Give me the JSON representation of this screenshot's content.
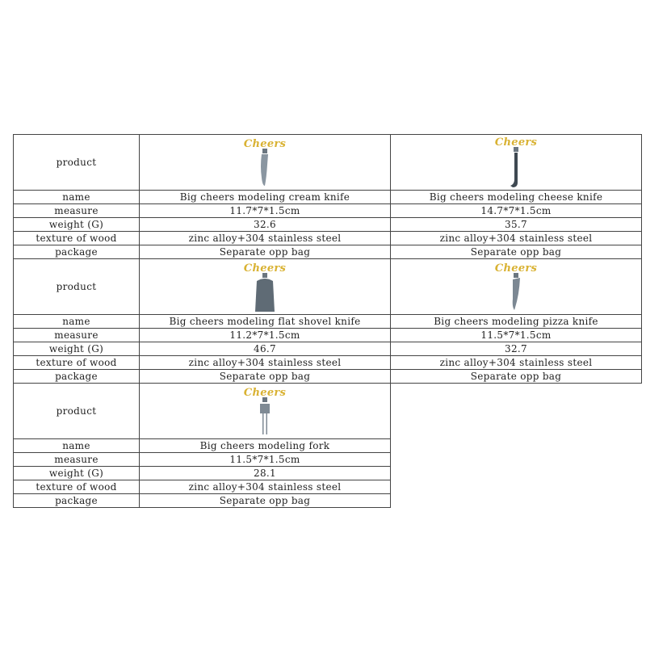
{
  "labels": {
    "product": "product",
    "name": "name",
    "measure": "measure",
    "weight": "weight (G)",
    "texture": "texture of wood",
    "package": "package"
  },
  "products": [
    {
      "logo": "Cheers",
      "icon": "cream-knife-icon",
      "name": "Big cheers modeling cream knife",
      "measure": "11.7*7*1.5cm",
      "weight": "32.6",
      "texture": "zinc alloy+304 stainless steel",
      "package": "Separate opp bag"
    },
    {
      "logo": "Cheers",
      "icon": "cheese-knife-icon",
      "name": "Big cheers modeling cheese knife",
      "measure": "14.7*7*1.5cm",
      "weight": "35.7",
      "texture": "zinc alloy+304 stainless steel",
      "package": "Separate opp bag"
    },
    {
      "logo": "Cheers",
      "icon": "shovel-knife-icon",
      "name": "Big cheers modeling flat shovel knife",
      "measure": "11.2*7*1.5cm",
      "weight": "46.7",
      "texture": "zinc alloy+304 stainless steel",
      "package": "Separate opp bag"
    },
    {
      "logo": "Cheers",
      "icon": "pizza-knife-icon",
      "name": "Big cheers modeling pizza knife",
      "measure": "11.5*7*1.5cm",
      "weight": "32.7",
      "texture": "zinc alloy+304 stainless steel",
      "package": "Separate opp bag"
    },
    {
      "logo": "Cheers",
      "icon": "fork-icon",
      "name": "Big cheers modeling fork",
      "measure": "11.5*7*1.5cm",
      "weight": "28.1",
      "texture": "zinc alloy+304 stainless steel",
      "package": "Separate opp bag"
    }
  ]
}
